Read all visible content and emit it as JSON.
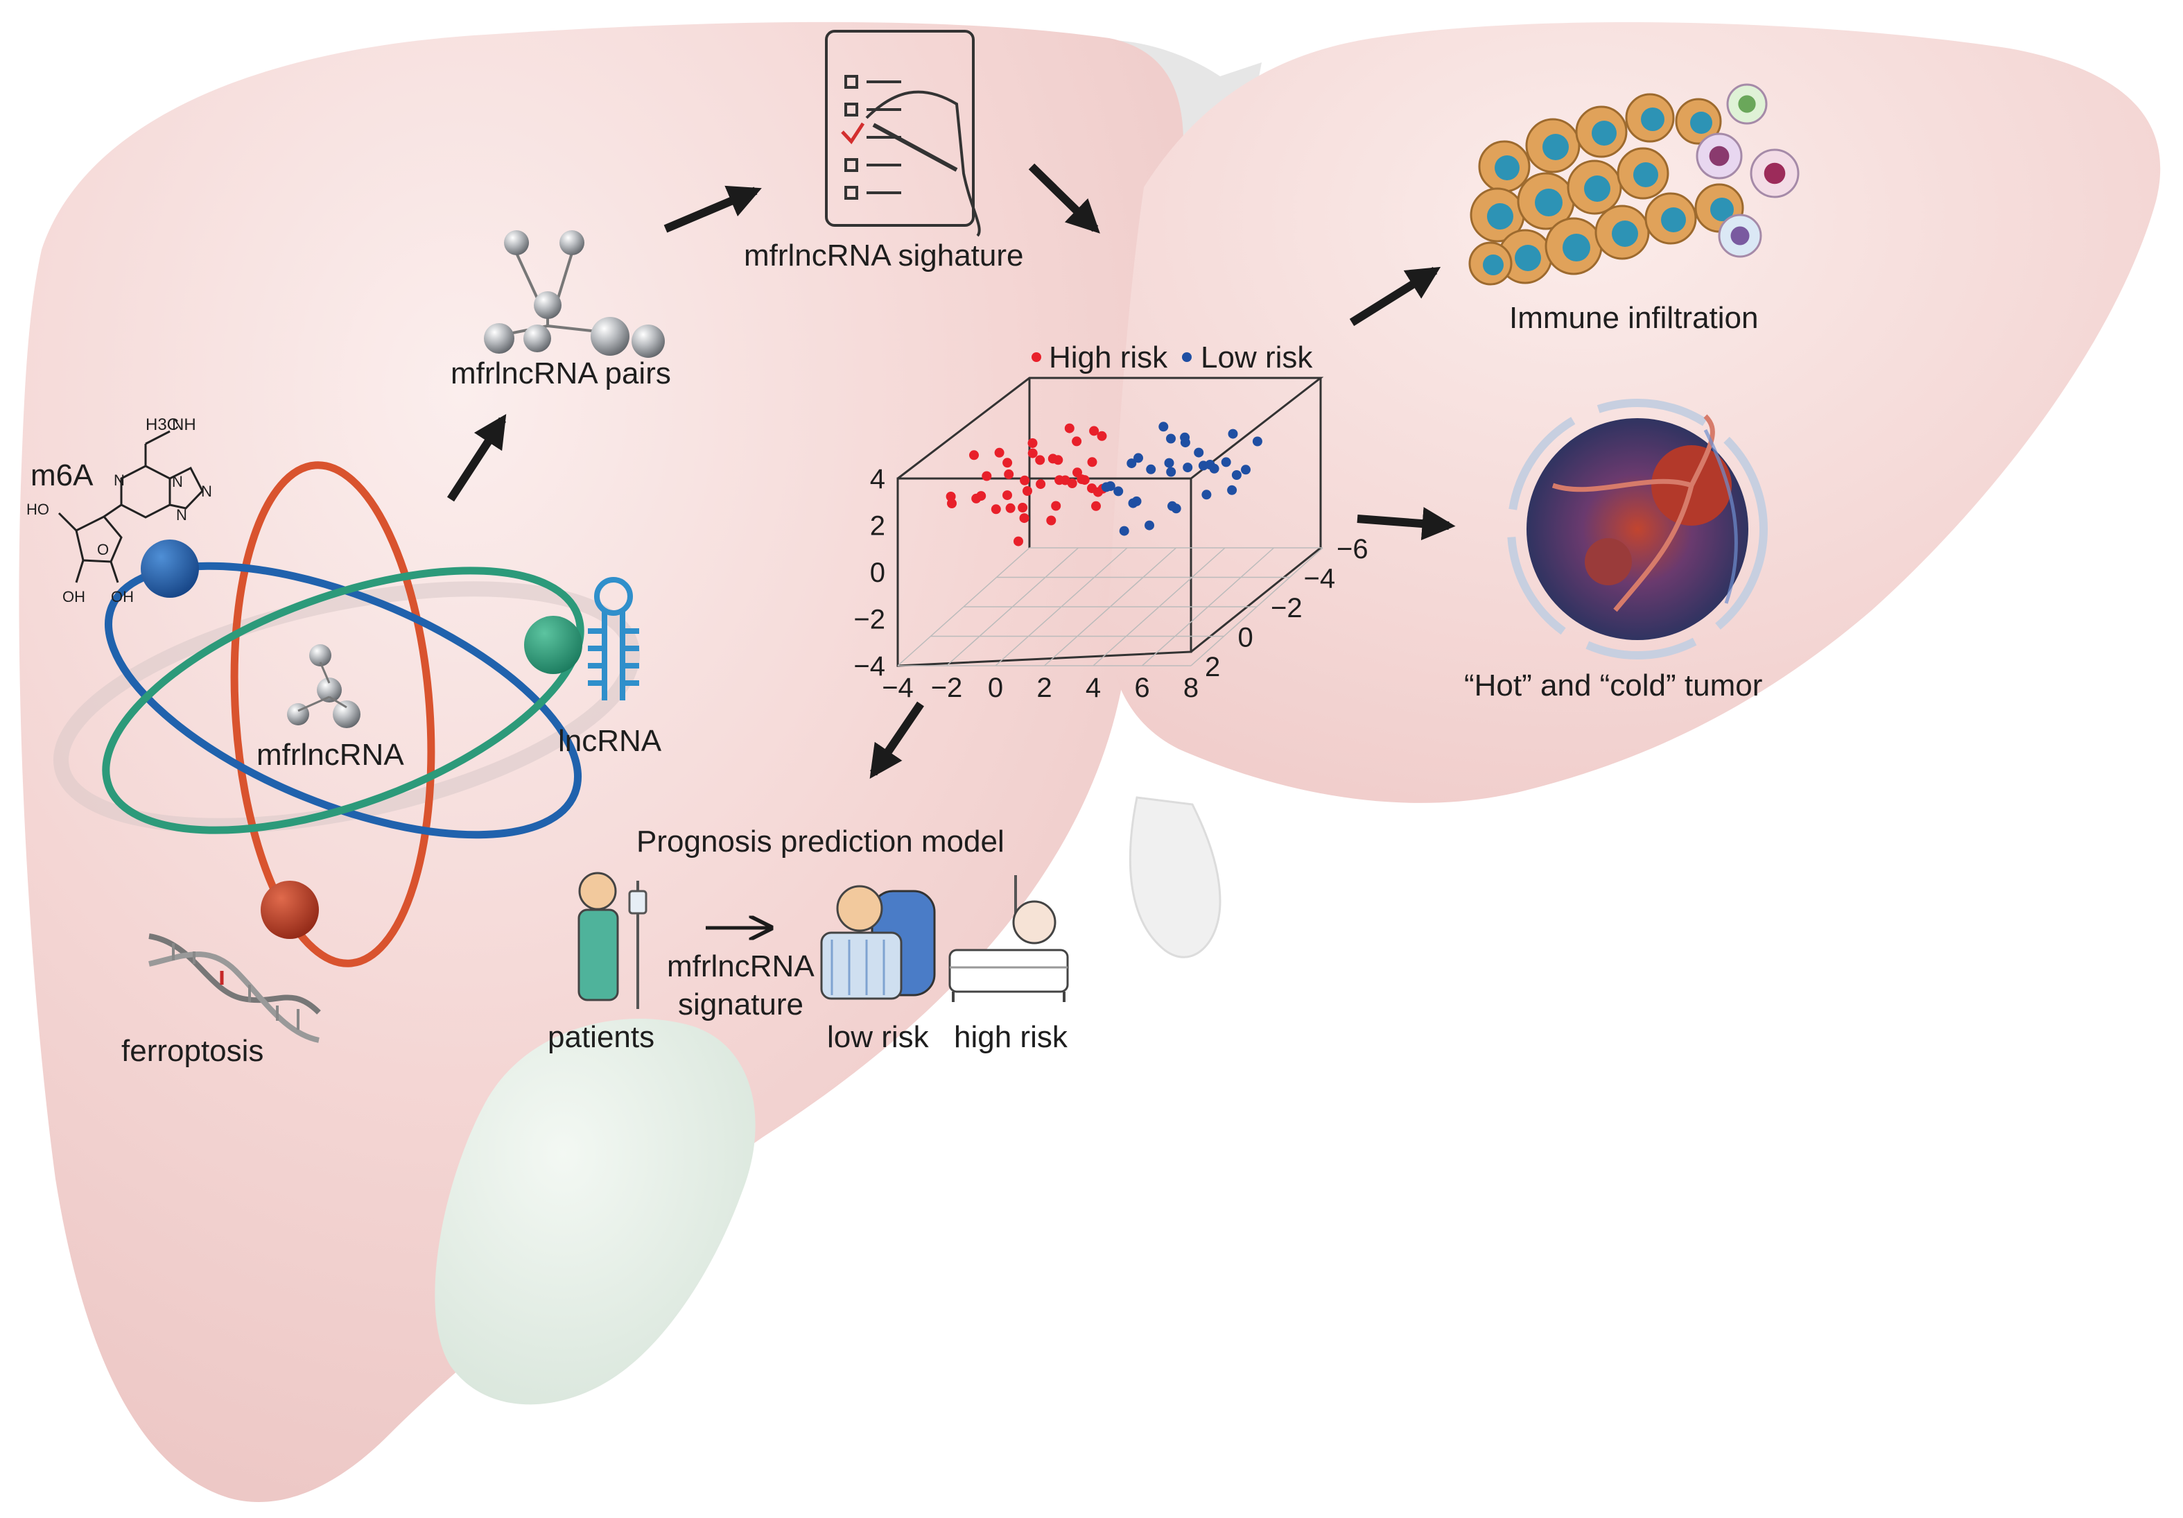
{
  "labels": {
    "m6a": "m6A",
    "mfrlncrna": "mfrlncRNA",
    "lncrna": "lncRNA",
    "ferroptosis": "ferroptosis",
    "pairs": "mfrlncRNA pairs",
    "signature_top": "mfrlncRNA sighature",
    "immune": "Immune infiltration",
    "hot_cold": "“Hot” and “cold” tumor",
    "prognosis": "Prognosis prediction model",
    "patients": "patients",
    "signature_line1": "mfrlncRNA",
    "signature_line2": "signature",
    "low_risk": "low risk",
    "high_risk": "high risk"
  },
  "molecule": {
    "methyl": "H3C",
    "nh": "NH",
    "n1": "N",
    "n2": "N",
    "n3": "N",
    "n4": "N",
    "oh1": "HO",
    "oh2": "OH",
    "oh3": "OH",
    "o": "O"
  },
  "colors": {
    "liver": "#f4d6d4",
    "liver_dark": "#e9bebc",
    "gallbladder": "#dfe9e1",
    "high_risk": "#e8202a",
    "low_risk": "#1f4fa3",
    "orbit_red": "#d9532e",
    "orbit_blue": "#2062ad",
    "orbit_green": "#2c9a7a",
    "lncrna_blue": "#2f8fcb"
  },
  "chart_data": {
    "type": "scatter",
    "dimensions": 3,
    "legend": [
      "High risk",
      "Low risk"
    ],
    "legend_position": "top",
    "x_ticks": [
      "−4",
      "−2",
      "0",
      "2",
      "4",
      "6",
      "8"
    ],
    "y_ticks": [
      "−6",
      "−4",
      "−2",
      "0",
      "2"
    ],
    "z_ticks": [
      "−4",
      "−2",
      "0",
      "2",
      "4"
    ],
    "xlim": [
      -4,
      8
    ],
    "ylim": [
      -6,
      2
    ],
    "zlim": [
      -4,
      4
    ],
    "grid": true,
    "series": [
      {
        "name": "High risk",
        "color": "#e8202a",
        "points": [
          [
            -2.5,
            1.0,
            2.6
          ],
          [
            -1.8,
            0.5,
            2.2
          ],
          [
            -1.2,
            -0.5,
            3.1
          ],
          [
            -0.6,
            0.2,
            1.6
          ],
          [
            -0.2,
            -1.0,
            2.9
          ],
          [
            0.3,
            0.8,
            2.0
          ],
          [
            0.8,
            -0.3,
            3.4
          ],
          [
            1.2,
            0.4,
            1.2
          ],
          [
            1.6,
            -1.5,
            2.5
          ],
          [
            2.0,
            0.0,
            3.0
          ],
          [
            2.5,
            -0.8,
            1.8
          ],
          [
            3.0,
            0.6,
            2.7
          ],
          [
            -1.5,
            -2.0,
            1.4
          ],
          [
            -0.9,
            1.2,
            3.6
          ],
          [
            0.0,
            -1.8,
            2.4
          ],
          [
            0.6,
            1.5,
            1.0
          ],
          [
            1.0,
            -2.5,
            3.2
          ],
          [
            1.8,
            1.0,
            2.2
          ],
          [
            2.2,
            -1.2,
            3.8
          ],
          [
            -2.0,
            -1.0,
            0.8
          ],
          [
            -0.4,
            0.6,
            3.3
          ],
          [
            0.9,
            -0.9,
            2.1
          ],
          [
            1.4,
            0.2,
            2.8
          ],
          [
            -1.0,
            -0.2,
            1.9
          ],
          [
            0.2,
            -2.2,
            3.5
          ],
          [
            2.7,
            -0.1,
            1.5
          ],
          [
            -3.0,
            0.2,
            1.8
          ],
          [
            -2.2,
            -1.5,
            2.9
          ],
          [
            0.5,
            0.0,
            2.5
          ],
          [
            1.1,
            -1.6,
            1.7
          ],
          [
            -0.7,
            -1.3,
            3.0
          ],
          [
            1.9,
            -0.6,
            2.3
          ],
          [
            -1.4,
            0.8,
            2.5
          ],
          [
            0.1,
            0.4,
            1.3
          ],
          [
            2.4,
            0.9,
            3.1
          ],
          [
            -0.1,
            -0.4,
            4.0
          ],
          [
            1.5,
            -2.0,
            0.9
          ],
          [
            -2.7,
            -0.7,
            3.3
          ],
          [
            0.7,
            1.1,
            2.9
          ],
          [
            1.3,
            -1.0,
            3.7
          ]
        ]
      },
      {
        "name": "Low risk",
        "color": "#1f4fa3",
        "points": [
          [
            1.5,
            -2.5,
            0.8
          ],
          [
            2.2,
            -3.0,
            1.5
          ],
          [
            2.8,
            -2.2,
            0.3
          ],
          [
            3.4,
            -3.5,
            1.2
          ],
          [
            4.0,
            -2.8,
            -0.2
          ],
          [
            4.6,
            -3.8,
            0.9
          ],
          [
            5.2,
            -3.1,
            0.1
          ],
          [
            3.0,
            -4.2,
            1.8
          ],
          [
            2.0,
            -3.6,
            -0.5
          ],
          [
            3.8,
            -1.8,
            2.0
          ],
          [
            4.4,
            -4.5,
            0.5
          ],
          [
            5.8,
            -3.4,
            1.3
          ],
          [
            2.6,
            -4.8,
            0.0
          ],
          [
            3.2,
            -2.6,
            -0.9
          ],
          [
            4.9,
            -2.4,
            1.7
          ],
          [
            1.8,
            -4.0,
            1.1
          ],
          [
            3.6,
            -5.0,
            0.7
          ],
          [
            5.5,
            -4.2,
            -0.4
          ],
          [
            2.4,
            -1.9,
            1.0
          ],
          [
            4.2,
            -3.3,
            2.2
          ],
          [
            6.2,
            -4.0,
            0.6
          ],
          [
            3.9,
            -5.5,
            -0.3
          ],
          [
            2.9,
            -3.9,
            2.5
          ],
          [
            1.2,
            -3.2,
            0.4
          ],
          [
            5.0,
            -5.0,
            1.5
          ],
          [
            4.7,
            -2.0,
            0.2
          ],
          [
            3.3,
            -4.6,
            1.6
          ],
          [
            2.1,
            -2.7,
            -1.2
          ],
          [
            6.5,
            -3.0,
            1.0
          ],
          [
            5.6,
            -5.6,
            0.8
          ]
        ]
      }
    ]
  }
}
